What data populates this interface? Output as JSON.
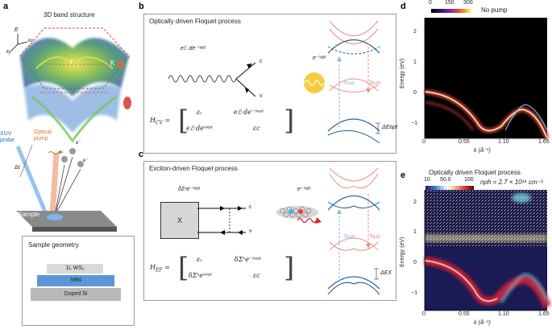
{
  "panel_labels": {
    "a": "a",
    "b": "b",
    "c": "c",
    "d": "d",
    "e": "e"
  },
  "panel_a": {
    "title": "3D band structure",
    "axis_E": "E",
    "axis_kx": "kx",
    "axis_ky": "ky",
    "gamma": "Γ",
    "K": "K",
    "xuv_probe": "XUV\nprobe",
    "optical_pump": "Optical\npump",
    "delta_t": "Δt",
    "electron": "e⁻",
    "sample": "Sample",
    "geometry_title": "Sample geometry",
    "layer_top": "1L WS₂",
    "layer_mid": "hBN",
    "layer_bot": "Doped Si",
    "colors": {
      "top": "#d9d9d9",
      "mid": "#5b97d6",
      "bot": "#b9b9b9"
    }
  },
  "panel_b": {
    "title": "Optically driven Floquet process",
    "field": "eℰ·de⁻ⁱʷᵖᵗ",
    "c_label": "c",
    "v_label": "v",
    "photon": "e⁻ⁱʷᵖᵗ",
    "H_label": "H",
    "H_sub": "CV",
    "m11": "εᵥ",
    "m12": "eℰ·de⁻ⁱʷᵖᵗ",
    "m21": "eℰ·deⁱʷᵖᵗ",
    "m22": "εc",
    "hw_left": "ħωp",
    "hw_right": "ħωp",
    "gap": "ΔEopt"
  },
  "panel_c": {
    "title": "Exciton-driven Floquet process",
    "field": "δΣˣe⁻ⁱʷᵖᵗ",
    "box_label": "X",
    "c_label": "c",
    "v_label": "v",
    "photon": "e⁻ⁱʷᵖᵗ",
    "H_label": "H",
    "H_sub": "EF",
    "m11": "εᵥ",
    "m12": "δΣˣe⁻ⁱʷᵖᵗ",
    "m21": "δΣˣeⁱʷᵖᵗ",
    "m22": "εc",
    "hw_left": "ħωp",
    "hw_right": "ħωp",
    "gap": "ΔEX"
  },
  "panel_d": {
    "colorbar_ticks": [
      "0",
      "150",
      "300"
    ],
    "annotation": "No pump",
    "ylabel": "Energy (eV)",
    "xlabel": "k (Å⁻¹)",
    "xticks": [
      "0",
      "0.55",
      "1.10",
      "1.65"
    ],
    "yticks": [
      "2",
      "1",
      "0",
      "−1"
    ]
  },
  "panel_e": {
    "title": "Optically driven Floquet process",
    "colorbar_ticks": [
      "10",
      "50.0",
      "100"
    ],
    "annotation": "nph = 2.7 × 10¹⁴ cm⁻²",
    "ylabel": "Energy (eV)",
    "xlabel": "k (Å⁻¹)",
    "xticks": [
      "0",
      "0.55",
      "1.10",
      "1.65"
    ],
    "yticks": [
      "2",
      "1",
      "0",
      "−1"
    ]
  }
}
